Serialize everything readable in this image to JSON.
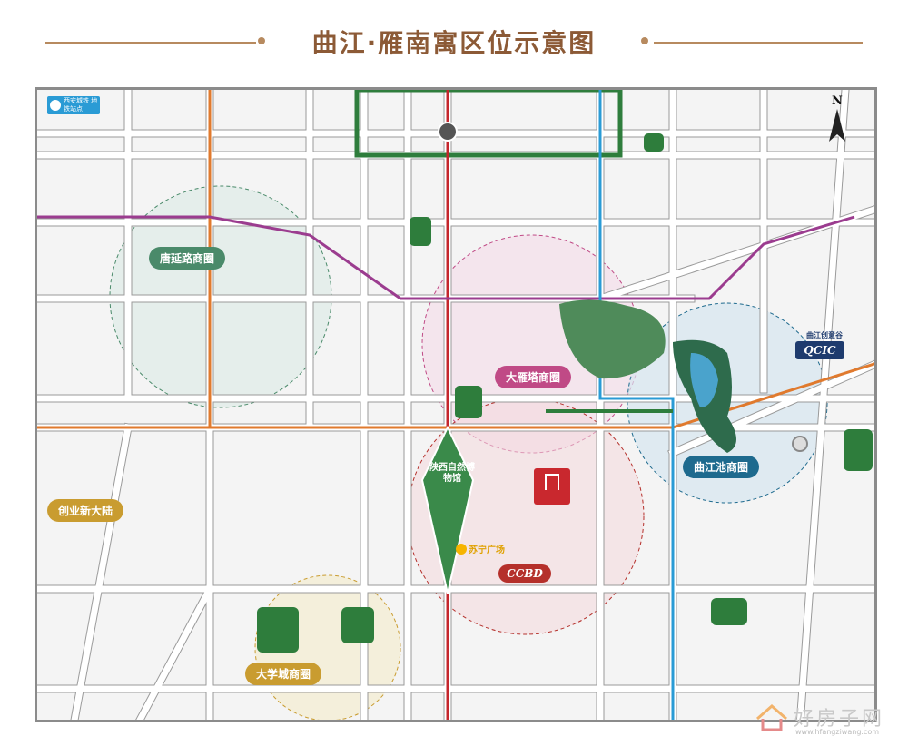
{
  "map_title": "曲江·雁南寓区位示意图",
  "compass_label": "N",
  "districts": {
    "tangyan": "唐延路商圈",
    "dayanta": "大雁塔商圈",
    "qujiangchi": "曲江池商圈",
    "daxuecheng": "大学城商圈",
    "chuangye": "创业新大陆"
  },
  "badges": {
    "ccbd": "CCBD",
    "qcic": "QCIC",
    "qcic_label": "曲江创意谷"
  },
  "park_label": "陕西自然博物馆",
  "suning": "苏宁广场",
  "metro_badge": "西安城铁 地铁站点",
  "watermark": {
    "text": "好房子网",
    "url": "www.hfangziwang.com"
  },
  "colors": {
    "background": "#f4f4f4",
    "road": "#ffffff",
    "road_border": "#9a9a9a",
    "metro_orange": "#e07a2e",
    "metro_red": "#c4262c",
    "metro_purple": "#9b3c8f",
    "metro_blue": "#2a9bd5",
    "metro_green": "#2e7d3c",
    "ccbd": "#b5302b",
    "qcic": "#1e3b6e",
    "district_green": "#4a8a6a",
    "district_pink": "#c04a86",
    "district_teal": "#1e6a8e",
    "district_gold": "#c99c30"
  }
}
